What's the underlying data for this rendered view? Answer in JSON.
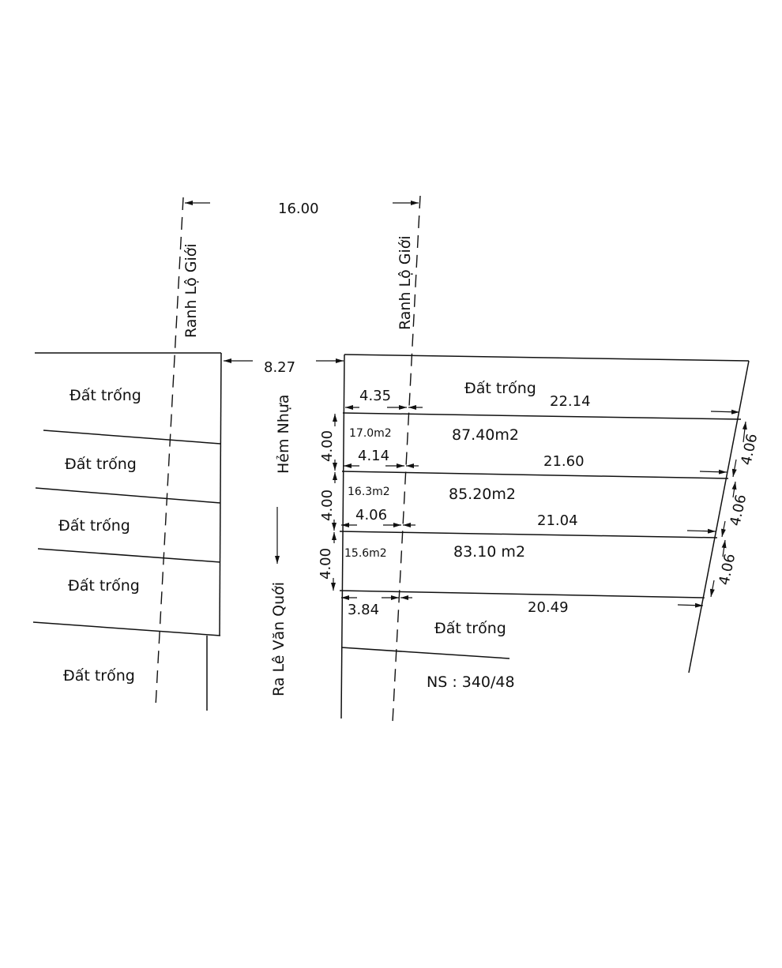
{
  "labels": {
    "boundary": "Ranh Lộ Giới",
    "empty_land": "Đất trống",
    "alley": "Hẻm Nhựa",
    "exit_to": "Ra Lê Văn Quới",
    "ns": "NS : 340/48"
  },
  "dimensions": {
    "road_width": "16.00",
    "alley_width": "8.27",
    "row_height": "4.00",
    "back_edge": "4.06",
    "front_setbacks": [
      "4.35",
      "4.14",
      "4.06",
      "3.84"
    ],
    "depths": [
      "22.14",
      "21.60",
      "21.04",
      "20.49"
    ]
  },
  "lots": [
    {
      "setback_area": "17.0m2",
      "area": "87.40m2"
    },
    {
      "setback_area": "16.3m2",
      "area": "85.20m2"
    },
    {
      "setback_area": "15.6m2",
      "area": "83.10 m2"
    }
  ]
}
